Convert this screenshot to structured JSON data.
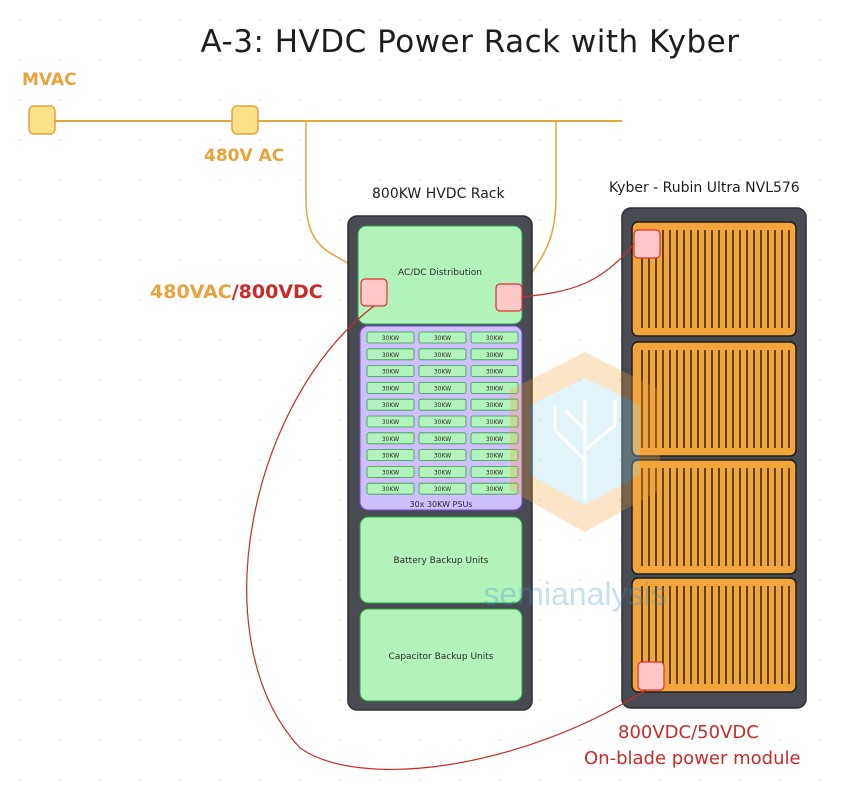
{
  "title": "A-3: HVDC Power Rack with Kyber",
  "labels": {
    "mvac": "MVAC",
    "ac480": "480V AC",
    "rack_conversion": "480VAC/800VDC",
    "rack_title": "800KW HVDC Rack",
    "kyber_title": "Kyber - Rubin Ultra NVL576",
    "blade_conversion": "800VDC/50VDC",
    "blade_module": "On-blade power module"
  },
  "rack": {
    "sections": {
      "acdc": "AC/DC Distribution",
      "psu_caption": "30x 30KW PSUs",
      "battery": "Battery Backup Units",
      "capacitor": "Capacitor Backup Units"
    },
    "psu_label": "30KW",
    "psu_count": 30
  },
  "watermark": "semianalysis",
  "colors": {
    "ac_line": "#e8a33c",
    "dc_line": "#c92a2a",
    "node_fill": "#fce08a",
    "converter_fill": "#ffc9c9",
    "rack_body": "#484c52",
    "section_green": "#b2f2bb",
    "psu_purple": "#d0bfff",
    "blade_gold": "#f2a53a"
  }
}
